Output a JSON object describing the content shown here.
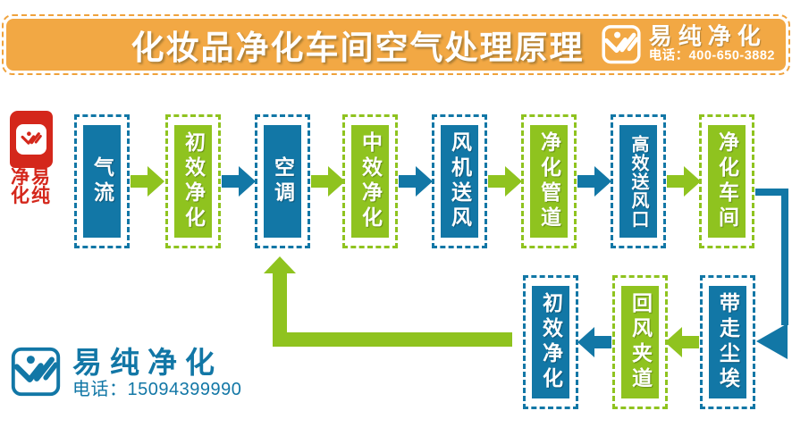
{
  "header": {
    "title": "化妆品净化车间空气处理原理",
    "brand": "易纯净化",
    "phone": "电话：400-650-3882"
  },
  "footer_logo": {
    "brand": "易纯净化",
    "phone": "电话：15094399990"
  },
  "seal": {
    "row1": "净易",
    "row2": "化纯"
  },
  "colors": {
    "blue": "#1277A6",
    "green": "#8FC31F",
    "orange": "#F2A844",
    "orange_dash": "#EFA23C",
    "red": "#D4271B"
  },
  "flow": {
    "top_row": [
      {
        "label": "气流",
        "color": "blue",
        "arrow_after": "green"
      },
      {
        "label": "初效净化",
        "color": "green",
        "arrow_after": "blue"
      },
      {
        "label": "空调",
        "color": "blue",
        "arrow_after": "green"
      },
      {
        "label": "中效净化",
        "color": "green",
        "arrow_after": "blue"
      },
      {
        "label": "风机送风",
        "color": "blue",
        "arrow_after": "green"
      },
      {
        "label": "净化管道",
        "color": "green",
        "arrow_after": "blue"
      },
      {
        "label": "高效送风口",
        "color": "blue",
        "arrow_after": "green"
      },
      {
        "label": "净化车间",
        "color": "green",
        "arrow_after": null
      }
    ],
    "bottom_row": [
      {
        "label": "带走尘埃",
        "color": "blue",
        "arrow_after": "green"
      },
      {
        "label": "回风夹道",
        "color": "green",
        "arrow_after": "blue"
      },
      {
        "label": "初效净化",
        "color": "blue",
        "arrow_after": null
      }
    ],
    "connectors": {
      "right_elbow_color": "blue",
      "return_elbow_color": "green"
    }
  }
}
